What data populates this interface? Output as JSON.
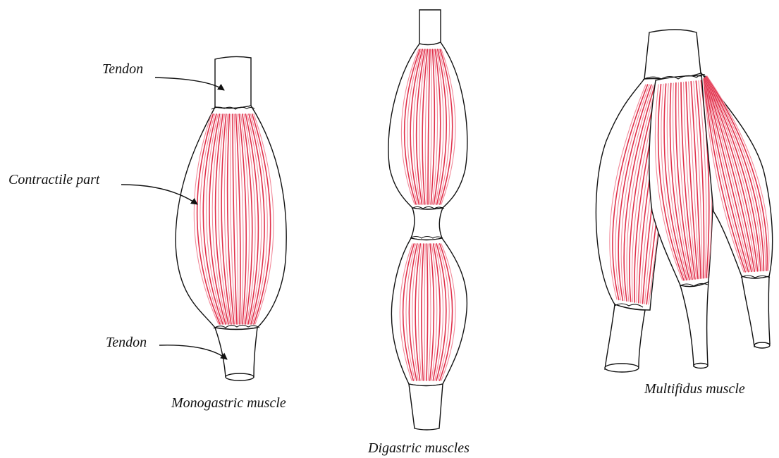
{
  "figure": {
    "labels": {
      "tendon_top": "Tendon",
      "contractile_part": "Contractile part",
      "tendon_bottom": "Tendon"
    },
    "captions": {
      "monogastric": "Monogastric muscle",
      "digastric": "Digastric muscles",
      "multifidus": "Multifidus muscle"
    },
    "colors": {
      "fibre": "#e0304a",
      "fibre_light": "#f28a9a",
      "outline": "#111111",
      "background": "#ffffff"
    }
  }
}
